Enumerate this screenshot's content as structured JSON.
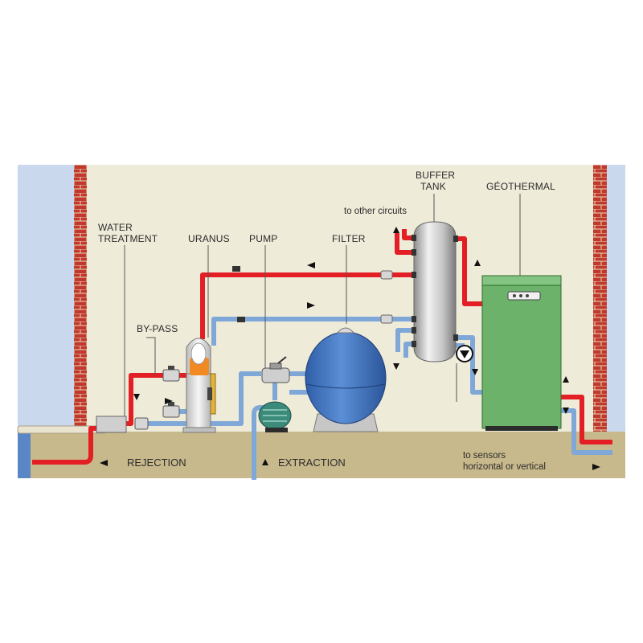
{
  "labels": {
    "water_treatment_line1": "WATER",
    "water_treatment_line2": "TREATMENT",
    "uranus": "URANUS",
    "pump": "PUMP",
    "filter": "FILTER",
    "buffer_tank_line1": "BUFFER",
    "buffer_tank_line2": "TANK",
    "geothermal": "GÉOTHERMAL",
    "bypass": "BY-PASS",
    "other_circuits": "to other circuits",
    "rejection": "REJECTION",
    "extraction": "EXTRACTION",
    "sensors_line1": "to sensors",
    "sensors_line2": "horizontal or vertical"
  },
  "colors": {
    "hot_pipe": "#e31e24",
    "cold_pipe": "#7fa8d8",
    "wall_bg": "#efebd9",
    "ground": "#c8b98c",
    "brick": "#c0392b",
    "outside": "#c9d8ec",
    "filter_tank": "#3f73c0",
    "geothermal_unit": "#6cb26a"
  },
  "icons": [
    "circulator-pump-icon",
    "valve-icon",
    "flow-arrow-icon"
  ]
}
